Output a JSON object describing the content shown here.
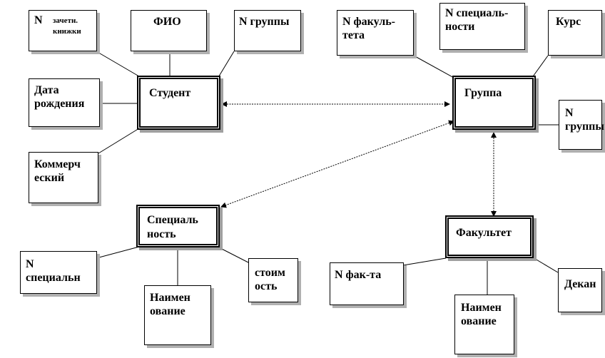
{
  "entities": {
    "student": "Студент",
    "group": "Группа",
    "specialty": "Специаль\nность",
    "faculty": "Факультет"
  },
  "attributes": {
    "record_book_no_n": "N",
    "record_book_no_text": "зачетн.\nкнижки",
    "fio": "ФИО",
    "student_group_no": "N группы",
    "birth_date": "Дата\nрождения",
    "commercial": "Коммерч\nеский",
    "faculty_no": "N  факуль-\nтета",
    "specialty_no_group": "N  специаль-\nности",
    "course": "Курс",
    "group_no": "N\nгруппы",
    "specialty_no": "N\nспециальн",
    "specialty_name": "Наимен\nование",
    "cost": "стоим\nость",
    "faculty_short_no": "N фак-та",
    "faculty_name": "Наимен\nование",
    "dean": "Декан"
  },
  "colors": {
    "line": "#000000",
    "shadow": "#b0b0b0"
  }
}
